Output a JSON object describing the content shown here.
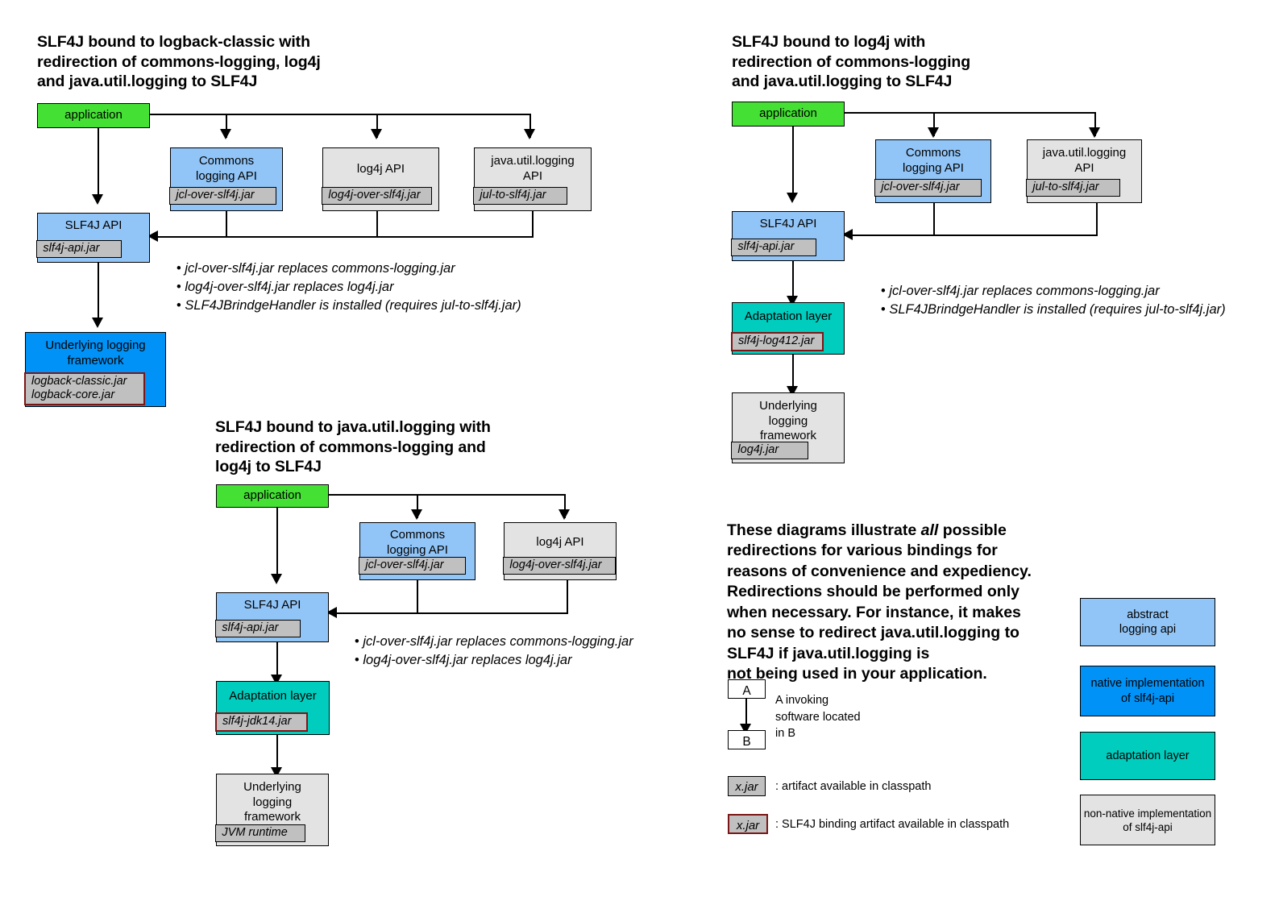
{
  "diagram1": {
    "title": "SLF4J bound to logback-classic with\nredirection of commons-logging, log4j\nand java.util.logging to SLF4J",
    "application": "application",
    "commons_api": "Commons\nlogging API",
    "commons_jar": "jcl-over-slf4j.jar",
    "log4j_api": "log4j API",
    "log4j_jar": "log4j-over-slf4j.jar",
    "jul_api": "java.util.logging\nAPI",
    "jul_jar": "jul-to-slf4j.jar",
    "slf4j_api": "SLF4J API",
    "slf4j_api_jar": "slf4j-api.jar",
    "underlying": "Underlying logging\nframework",
    "underlying_jars": "logback-classic.jar\nlogback-core.jar",
    "notes": [
      "jcl-over-slf4j.jar replaces commons-logging.jar",
      "log4j-over-slf4j.jar replaces log4j.jar",
      "SLF4JBrindgeHandler is installed (requires jul-to-slf4j.jar)"
    ]
  },
  "diagram2": {
    "title": "SLF4J bound to log4j with\nredirection of commons-logging\nand java.util.logging to SLF4J",
    "application": "application",
    "commons_api": "Commons\nlogging API",
    "commons_jar": "jcl-over-slf4j.jar",
    "jul_api": "java.util.logging\nAPI",
    "jul_jar": "jul-to-slf4j.jar",
    "slf4j_api": "SLF4J API",
    "slf4j_api_jar": "slf4j-api.jar",
    "adaptation": "Adaptation layer",
    "adaptation_jar": "slf4j-log412.jar",
    "underlying": "Underlying\nlogging\nframework",
    "underlying_jar": "log4j.jar",
    "notes": [
      "jcl-over-slf4j.jar replaces commons-logging.jar",
      "SLF4JBrindgeHandler is installed (requires jul-to-slf4j.jar)"
    ]
  },
  "diagram3": {
    "title": "SLF4J bound to java.util.logging with\nredirection of commons-logging and\nlog4j to SLF4J",
    "application": "application",
    "commons_api": "Commons\nlogging API",
    "commons_jar": "jcl-over-slf4j.jar",
    "log4j_api": "log4j API",
    "log4j_jar": "log4j-over-slf4j.jar",
    "slf4j_api": "SLF4J API",
    "slf4j_api_jar": "slf4j-api.jar",
    "adaptation": "Adaptation layer",
    "adaptation_jar": "slf4j-jdk14.jar",
    "underlying": "Underlying\nlogging\nframework",
    "underlying_jar": "JVM runtime",
    "notes": [
      "jcl-over-slf4j.jar replaces commons-logging.jar",
      "log4j-over-slf4j.jar replaces log4j.jar"
    ]
  },
  "blurb": {
    "line1": "These diagrams illustrate ",
    "emphasis": "all",
    "line2": " possible\nredirections for various bindings for\nreasons of convenience and expediency.\nRedirections should be performed only\nwhen necessary. For instance, it makes\nno sense to redirect java.util.logging to\nSLF4J if java.util.logging is\nnot being used in your application."
  },
  "legend": {
    "node_a": "A",
    "node_b": "B",
    "invoking_caption": "A invoking\nsoftware located\nin B",
    "chip_artifact": "x.jar",
    "chip_artifact_caption": ": artifact available in classpath",
    "chip_binding": "x.jar",
    "chip_binding_caption": ": SLF4J binding artifact available in classpath",
    "swatches": [
      {
        "label": "abstract\nlogging api",
        "color": "#92C5F7"
      },
      {
        "label": "native implementation\nof slf4j-api",
        "color": "#0092F7"
      },
      {
        "label": "adaptation layer",
        "color": "#00CDBE"
      },
      {
        "label": "non-native implementation\nof slf4j-api",
        "color": "#E3E3E3"
      }
    ]
  },
  "colors": {
    "abstract_logging_api": "#92C5F7",
    "native_impl": "#0092F7",
    "adaptation_layer": "#00CDBE",
    "non_native_impl": "#E3E3E3",
    "application": "#44E033",
    "artifact_chip": "#C0C0C0",
    "binding_border": "#7B1616",
    "stroke": "#000000"
  }
}
